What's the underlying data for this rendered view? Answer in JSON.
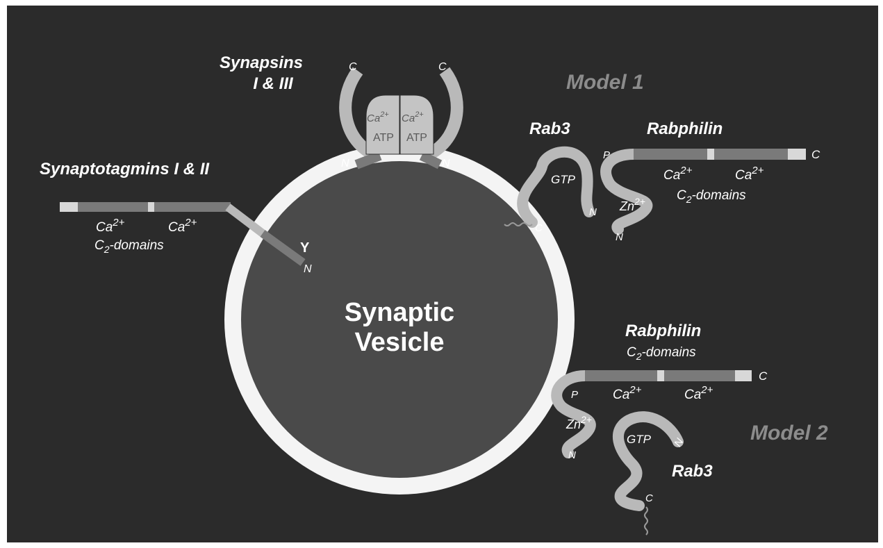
{
  "colors": {
    "background": "#2b2b2b",
    "vesicle_membrane": "#f4f4f4",
    "vesicle_lumen": "#4a4a4a",
    "protein_light": "#b9b9b9",
    "domain_dark": "#7a7a7a",
    "domain_end": "#d8d8d8",
    "model_label": "#8c8c8c",
    "text": "#ffffff",
    "atp_text": "#5a5a5a"
  },
  "vesicle": {
    "label_line1": "Synaptic",
    "label_line2": "Vesicle"
  },
  "synapsins": {
    "title_line1": "Synapsins",
    "title_line2": "I & III",
    "left_c": "C",
    "right_c": "C",
    "left_n": "N",
    "right_n": "N",
    "left_ca": "Ca",
    "left_ca_sup": "2+",
    "right_ca": "Ca",
    "right_ca_sup": "2+",
    "left_atp": "ATP",
    "right_atp": "ATP"
  },
  "synaptotagmins": {
    "title": "Synaptotagmins I & II",
    "ca1": "Ca",
    "ca1_sup": "2+",
    "ca2": "Ca",
    "ca2_sup": "2+",
    "c2_prefix": "C",
    "c2_sub": "2",
    "c2_suffix": "-domains",
    "n_label": "N",
    "glyco_icon": "Y"
  },
  "model1": {
    "label": "Model 1",
    "rab3_title": "Rab3",
    "gtp": "GTP",
    "rab3_n": "N",
    "rab3_c": "C",
    "rabphilin_title": "Rabphilin",
    "p_label": "P",
    "c_label": "C",
    "ca1": "Ca",
    "ca1_sup": "2+",
    "ca2": "Ca",
    "ca2_sup": "2+",
    "zn": "Zn",
    "zn_sup": "2+",
    "n_label": "N",
    "c2_prefix": "C",
    "c2_sub": "2",
    "c2_suffix": "-domains"
  },
  "model2": {
    "label": "Model 2",
    "rabphilin_title": "Rabphilin",
    "c2_prefix": "C",
    "c2_sub": "2",
    "c2_suffix": "-domains",
    "c_label": "C",
    "p_label": "P",
    "ca1": "Ca",
    "ca1_sup": "2+",
    "ca2": "Ca",
    "ca2_sup": "2+",
    "zn": "Zn",
    "zn_sup": "2+",
    "n_label": "N",
    "gtp": "GTP",
    "rab3_n": "N",
    "rab3_title": "Rab3",
    "rab3_c": "C"
  }
}
